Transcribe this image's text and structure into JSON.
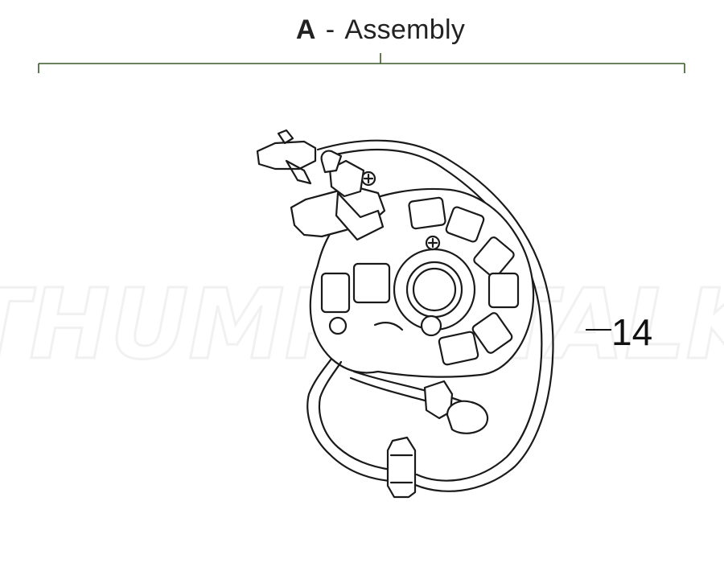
{
  "header": {
    "letter": "A",
    "separator": "-",
    "name": "Assembly"
  },
  "callouts": [
    {
      "number": "14"
    }
  ],
  "colors": {
    "bracket": "#3b5a2a",
    "line_art": "#1a1a1a",
    "watermark": "#eeeeee"
  },
  "watermark": {
    "text": "THUMPERTALK"
  }
}
